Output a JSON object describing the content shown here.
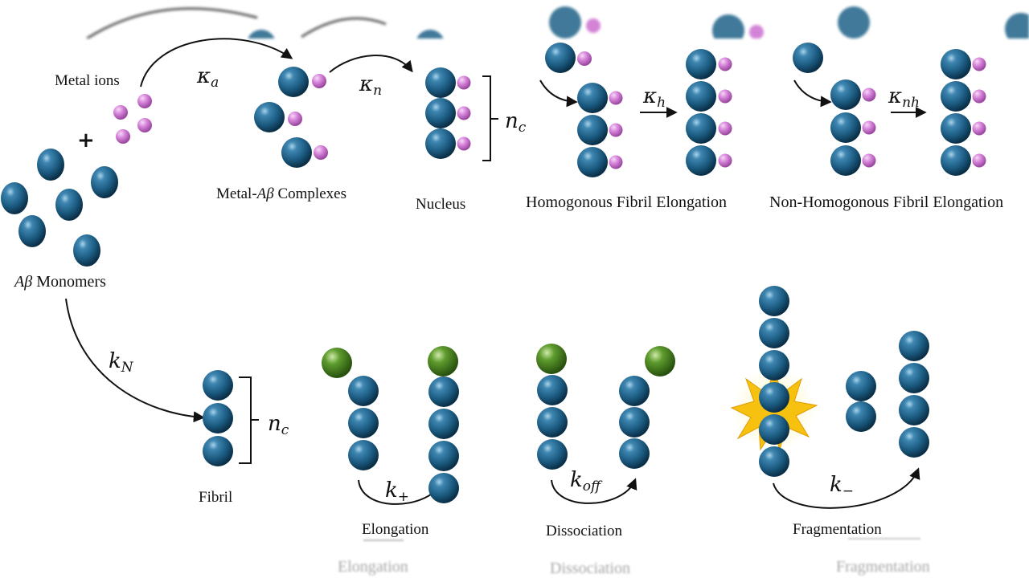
{
  "labels": {
    "metal_ions": "Metal ions",
    "metal_complexes_pre": "Metal-",
    "ab_symbol": "Aβ",
    "complexes_post": " Complexes",
    "nucleus": "Nucleus",
    "homogonous": "Homogonous Fibril Elongation",
    "non_homogonous": "Non-Homogonous Fibril Elongation",
    "monomers_post": " Monomers",
    "fibril": "Fibril",
    "elongation": "Elongation",
    "dissociation": "Dissociation",
    "fragmentation": "Fragmentation",
    "plus_sign": "+"
  },
  "rates": {
    "k_a": {
      "base": "κ",
      "sub": "a"
    },
    "k_n": {
      "base": "κ",
      "sub": "n"
    },
    "k_h": {
      "base": "κ",
      "sub": "h"
    },
    "k_nh": {
      "base": "κ",
      "sub": "nh"
    },
    "n_c_top": {
      "base": "n",
      "sub": "c"
    },
    "n_c_bottom": {
      "base": "n",
      "sub": "c"
    },
    "k_N": {
      "base": "k",
      "sub": "N"
    },
    "k_plus": {
      "base": "k",
      "sub": "+"
    },
    "k_off": {
      "base": "k",
      "sub": "off"
    },
    "k_minus": {
      "base": "k",
      "sub": "−"
    }
  },
  "ghost_text": {
    "elongation": "Elongation",
    "dissociation": "Dissociation",
    "fragmentation": "Fragmentation"
  },
  "colors": {
    "monomer": "#1f6288",
    "monomer_dark": "#0a2f47",
    "metal_ion": "#cc6fd1",
    "green_monomer": "#4e8f24",
    "burst": "#f6c10f",
    "ink": "#111111"
  }
}
